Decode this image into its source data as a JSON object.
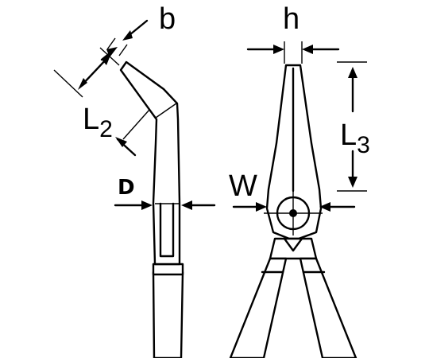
{
  "labels": {
    "b": "b",
    "L2_main": "L",
    "L2_sub": "2",
    "D": "D",
    "h": "h",
    "L3_main": "L",
    "L3_sub": "3",
    "W": "W"
  },
  "colors": {
    "line": "#000000",
    "background": "#ffffff"
  }
}
